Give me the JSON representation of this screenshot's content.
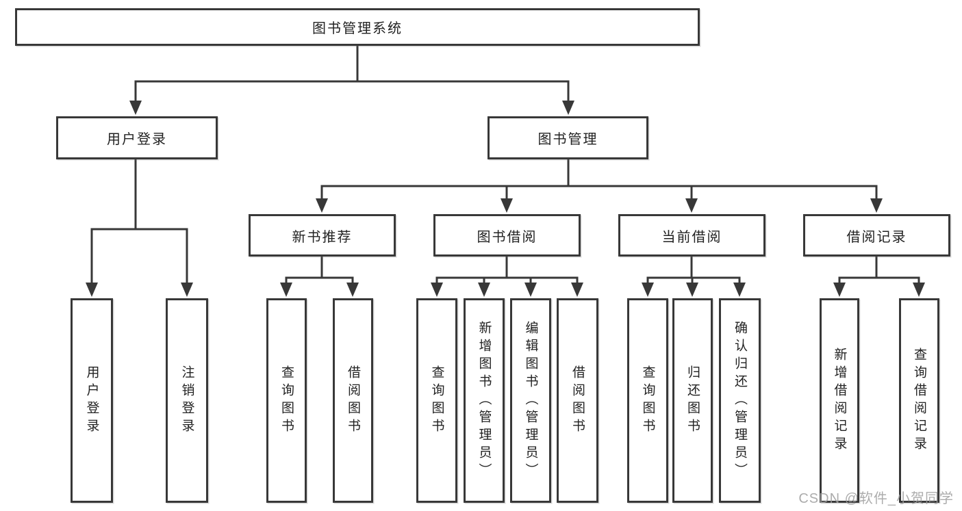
{
  "diagram": {
    "root": {
      "label": "图书管理系统"
    },
    "branches": [
      {
        "label": "用户登录",
        "leaves": [
          "用户登录",
          "注销登录"
        ]
      },
      {
        "label": "图书管理",
        "groups": [
          {
            "label": "新书推荐",
            "leaves": [
              "查询图书",
              "借阅图书"
            ]
          },
          {
            "label": "图书借阅",
            "leaves": [
              "查询图书",
              "新增图书（管理员）",
              "编辑图书（管理员）",
              "借阅图书"
            ]
          },
          {
            "label": "当前借阅",
            "leaves": [
              "查询图书",
              "归还图书",
              "确认归还（管理员）"
            ]
          },
          {
            "label": "借阅记录",
            "leaves": [
              "新增借阅记录",
              "查询借阅记录"
            ]
          }
        ]
      }
    ]
  },
  "watermark": {
    "text": "CSDN @软件_小贺同学"
  },
  "colors": {
    "line": "#383838",
    "box_border": "#383838",
    "text": "#222222",
    "watermark": "#9e9e9e",
    "background": "#ffffff"
  }
}
